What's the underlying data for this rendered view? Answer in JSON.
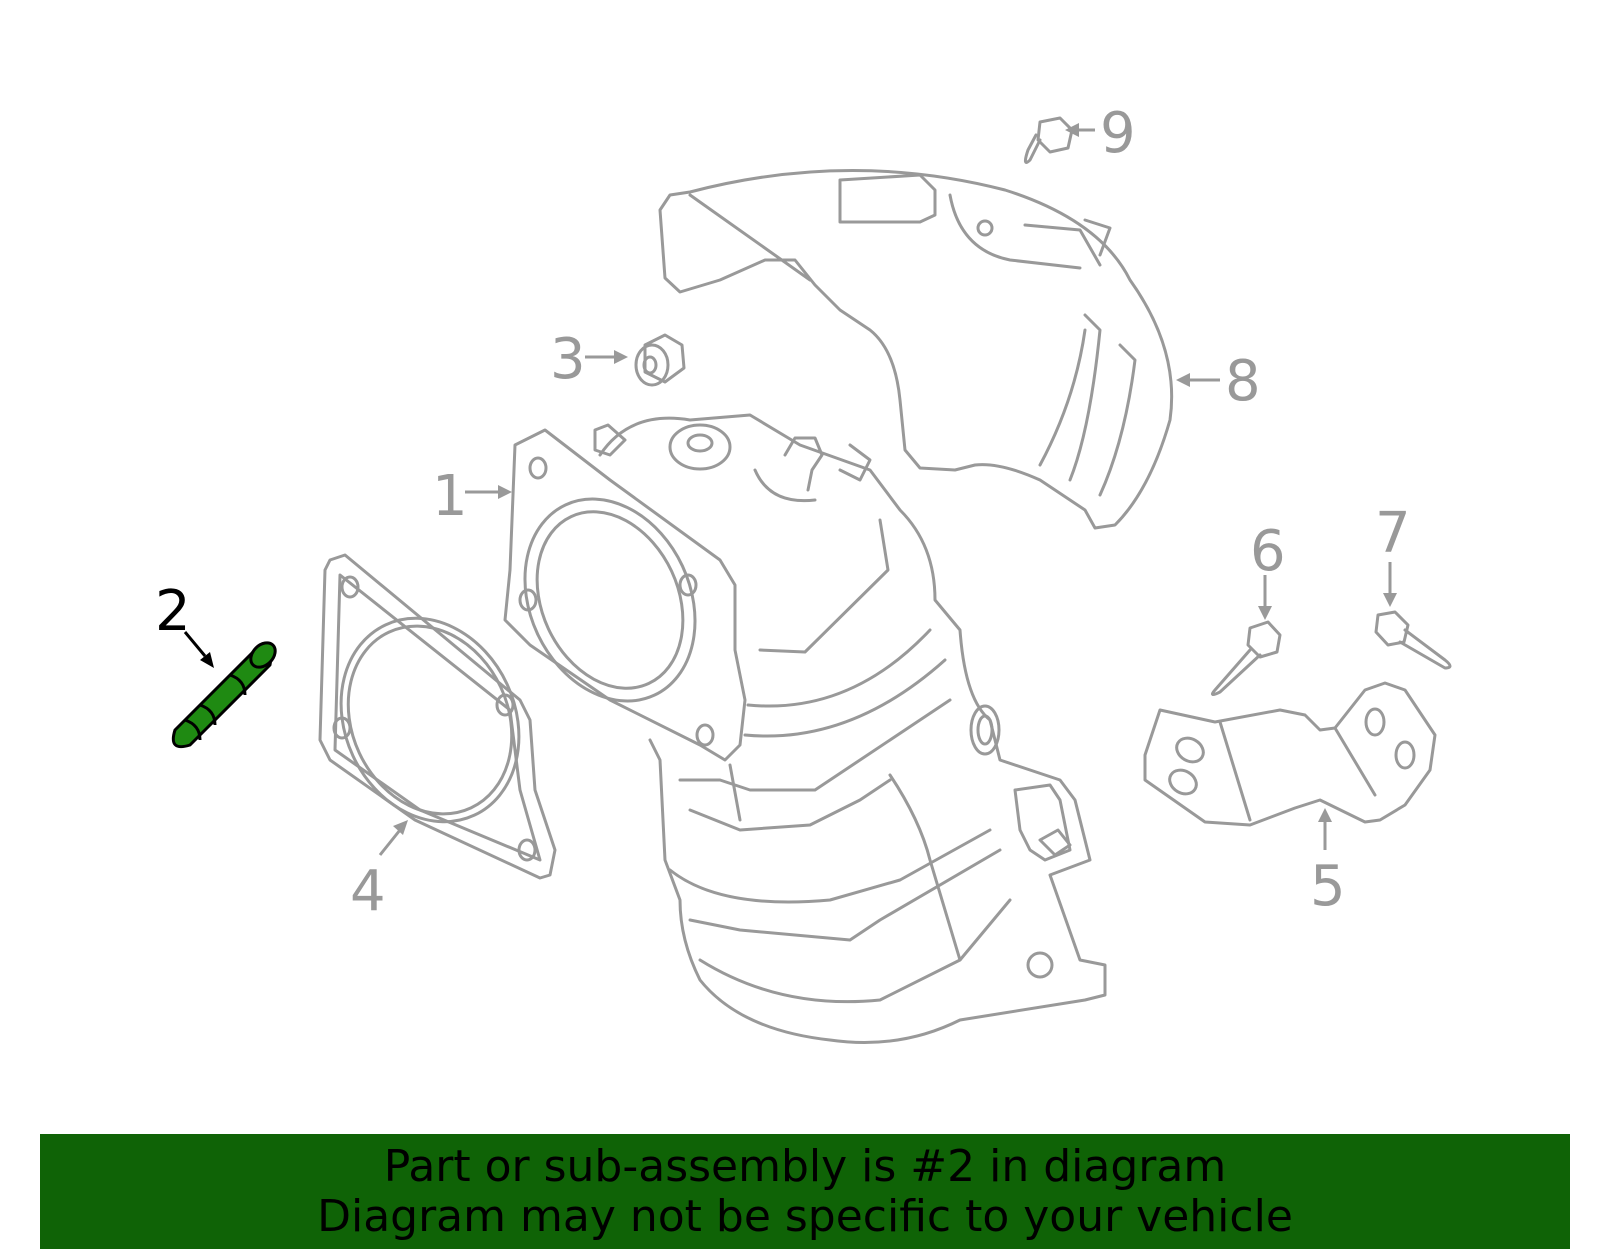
{
  "callouts": [
    {
      "id": "1",
      "text": "1"
    },
    {
      "id": "2",
      "text": "2",
      "highlighted": true
    },
    {
      "id": "3",
      "text": "3"
    },
    {
      "id": "4",
      "text": "4"
    },
    {
      "id": "5",
      "text": "5"
    },
    {
      "id": "6",
      "text": "6"
    },
    {
      "id": "7",
      "text": "7"
    },
    {
      "id": "8",
      "text": "8"
    },
    {
      "id": "9",
      "text": "9"
    }
  ],
  "banner": {
    "line1": "Part or sub-assembly is #2 in diagram",
    "line2": "Diagram may not be specific to your vehicle"
  },
  "colors": {
    "highlight_part": "#1f8a12",
    "banner_background": "#0f6306",
    "line_art": "#999999",
    "active_callout": "#000000"
  }
}
